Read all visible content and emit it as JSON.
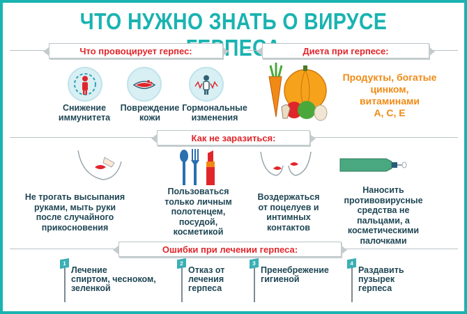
{
  "title": "ЧТО НУЖНО ЗНАТЬ О ВИРУСЕ ГЕРПЕСА",
  "sections": {
    "provokes": "Что провоцирует герпес:",
    "diet": "Диета при герпесе:",
    "prevent": "Как не заразиться:",
    "mistakes": "Ошибки при лечении герпеса:"
  },
  "triggers": [
    {
      "l1": "Снижение",
      "l2": "иммунитета",
      "icon": "person-immunity-icon"
    },
    {
      "l1": "Повреждение",
      "l2": "кожи",
      "icon": "damaged-lips-icon"
    },
    {
      "l1": "Гормональные",
      "l2": "изменения",
      "icon": "hormones-person-icon"
    }
  ],
  "diet_text": {
    "l1": "Продукты, богатые",
    "l2": "цинком,",
    "l3": "витаминами",
    "l4": "А, С, Е"
  },
  "prevention": [
    {
      "l1": "Не трогать высыпания",
      "l2": "руками, мыть руки",
      "l3": "после случайного",
      "l4": "прикосновения",
      "l5": ""
    },
    {
      "l1": "Пользоваться",
      "l2": "только личным",
      "l3": "полотенцем,",
      "l4": "посудой,",
      "l5": "косметикой"
    },
    {
      "l1": "Воздержаться",
      "l2": "от поцелуев и",
      "l3": "интимных",
      "l4": "контактов",
      "l5": ""
    },
    {
      "l1": "Наносить",
      "l2": "противовирусные",
      "l3": "средства не",
      "l4": "пальцами, а",
      "l5": "косметическими",
      "l6": "палочками"
    }
  ],
  "mistakes": [
    {
      "n": "1",
      "l1": "Лечение",
      "l2": "спиртом, чесноком,",
      "l3": "зеленкой"
    },
    {
      "n": "2",
      "l1": "Отказ от",
      "l2": "лечения",
      "l3": "герпеса"
    },
    {
      "n": "3",
      "l1": "Пренебрежение",
      "l2": "гигиеной",
      "l3": ""
    },
    {
      "n": "4",
      "l1": "Раздавить",
      "l2": "пузырек",
      "l3": "герпеса"
    }
  ],
  "colors": {
    "accent": "#19b3b1",
    "red": "#e0262b",
    "orange": "#f08a15",
    "text": "#1f4654"
  }
}
